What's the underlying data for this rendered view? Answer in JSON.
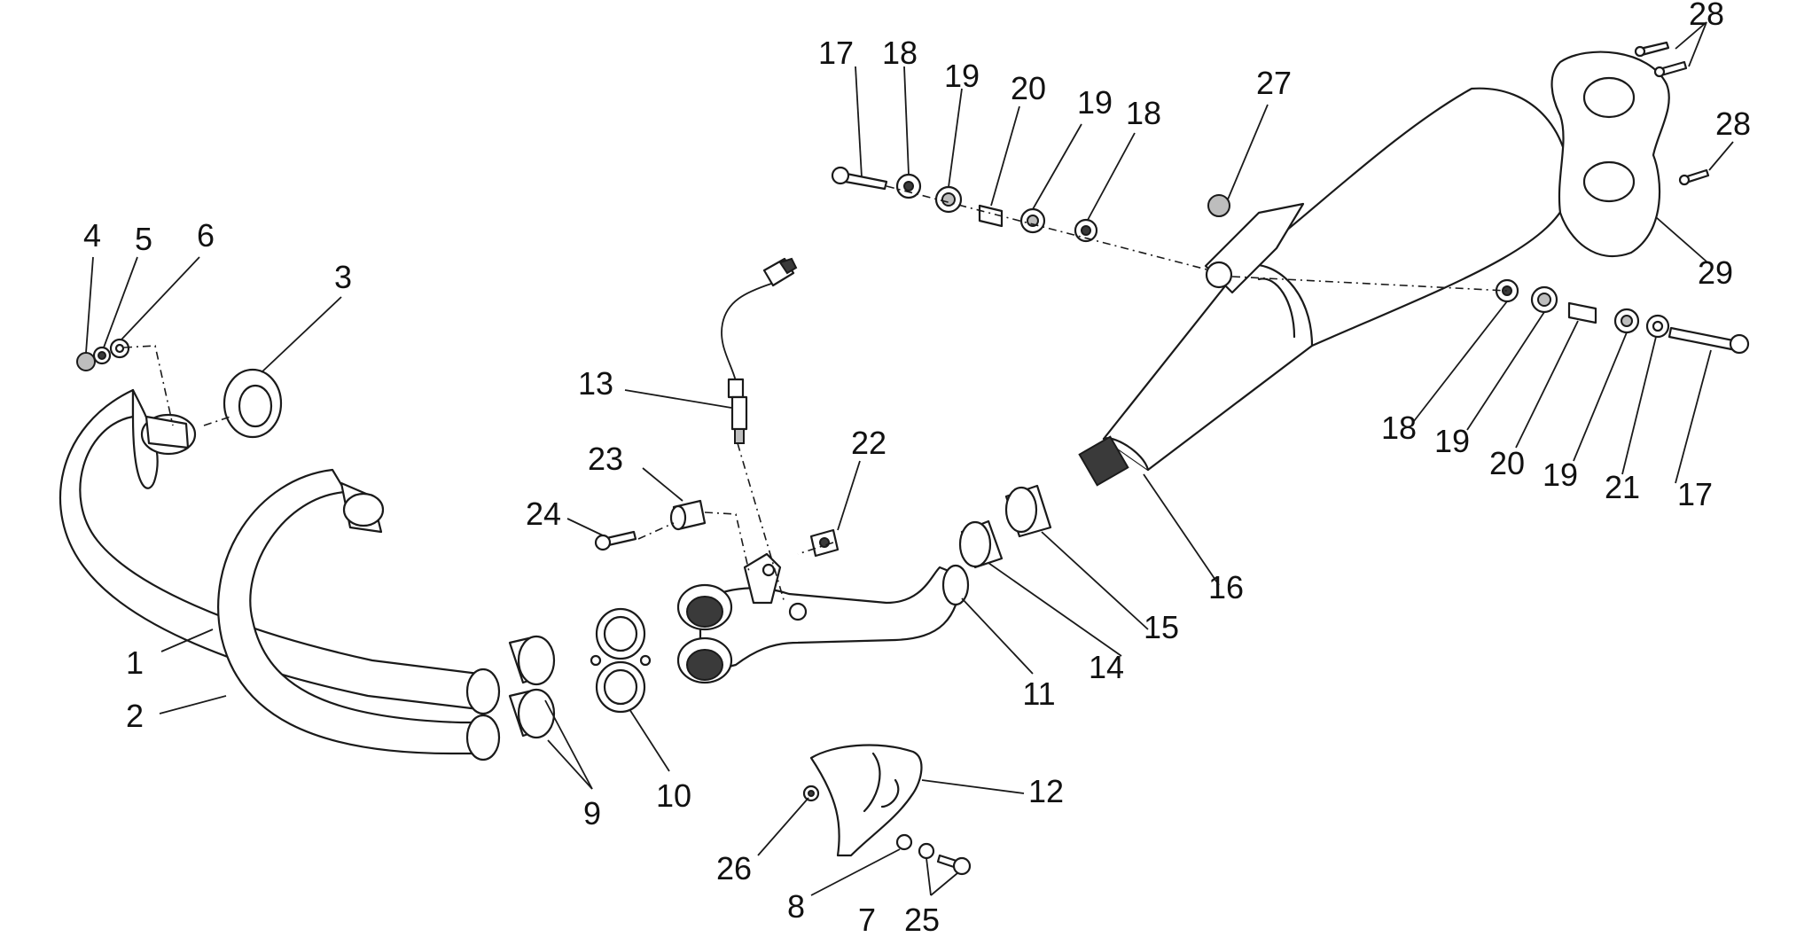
{
  "diagram": {
    "callouts": [
      {
        "id": "c1",
        "label": "1"
      },
      {
        "id": "c2",
        "label": "2"
      },
      {
        "id": "c3",
        "label": "3"
      },
      {
        "id": "c4",
        "label": "4"
      },
      {
        "id": "c5",
        "label": "5"
      },
      {
        "id": "c6",
        "label": "6"
      },
      {
        "id": "c7",
        "label": "7"
      },
      {
        "id": "c8",
        "label": "8"
      },
      {
        "id": "c9",
        "label": "9"
      },
      {
        "id": "c10",
        "label": "10"
      },
      {
        "id": "c11",
        "label": "11"
      },
      {
        "id": "c12",
        "label": "12"
      },
      {
        "id": "c13",
        "label": "13"
      },
      {
        "id": "c14",
        "label": "14"
      },
      {
        "id": "c15",
        "label": "15"
      },
      {
        "id": "c16",
        "label": "16"
      },
      {
        "id": "c17a",
        "label": "17"
      },
      {
        "id": "c17b",
        "label": "17"
      },
      {
        "id": "c18a",
        "label": "18"
      },
      {
        "id": "c18b",
        "label": "18"
      },
      {
        "id": "c18c",
        "label": "18"
      },
      {
        "id": "c19a",
        "label": "19"
      },
      {
        "id": "c19b",
        "label": "19"
      },
      {
        "id": "c19c",
        "label": "19"
      },
      {
        "id": "c19d",
        "label": "19"
      },
      {
        "id": "c20a",
        "label": "20"
      },
      {
        "id": "c20b",
        "label": "20"
      },
      {
        "id": "c21",
        "label": "21"
      },
      {
        "id": "c22",
        "label": "22"
      },
      {
        "id": "c23",
        "label": "23"
      },
      {
        "id": "c24",
        "label": "24"
      },
      {
        "id": "c25",
        "label": "25"
      },
      {
        "id": "c26",
        "label": "26"
      },
      {
        "id": "c27",
        "label": "27"
      },
      {
        "id": "c28a",
        "label": "28"
      },
      {
        "id": "c28b",
        "label": "28"
      },
      {
        "id": "c29",
        "label": "29"
      }
    ]
  }
}
